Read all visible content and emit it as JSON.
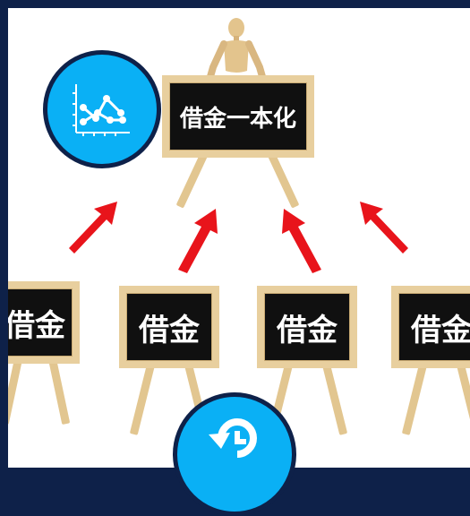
{
  "image": {
    "main_board_label": "借金一本化",
    "board_labels": [
      "借金",
      "借金",
      "借金",
      "借金"
    ]
  },
  "icons": {
    "top_icon": "line-chart-icon",
    "bottom_icon": "history-icon"
  },
  "colors": {
    "frame": "#0e2149",
    "icon_bg": "#0ab0f5",
    "arrow": "#e8141b",
    "wood": "#e8cf9e",
    "board": "#101010"
  }
}
